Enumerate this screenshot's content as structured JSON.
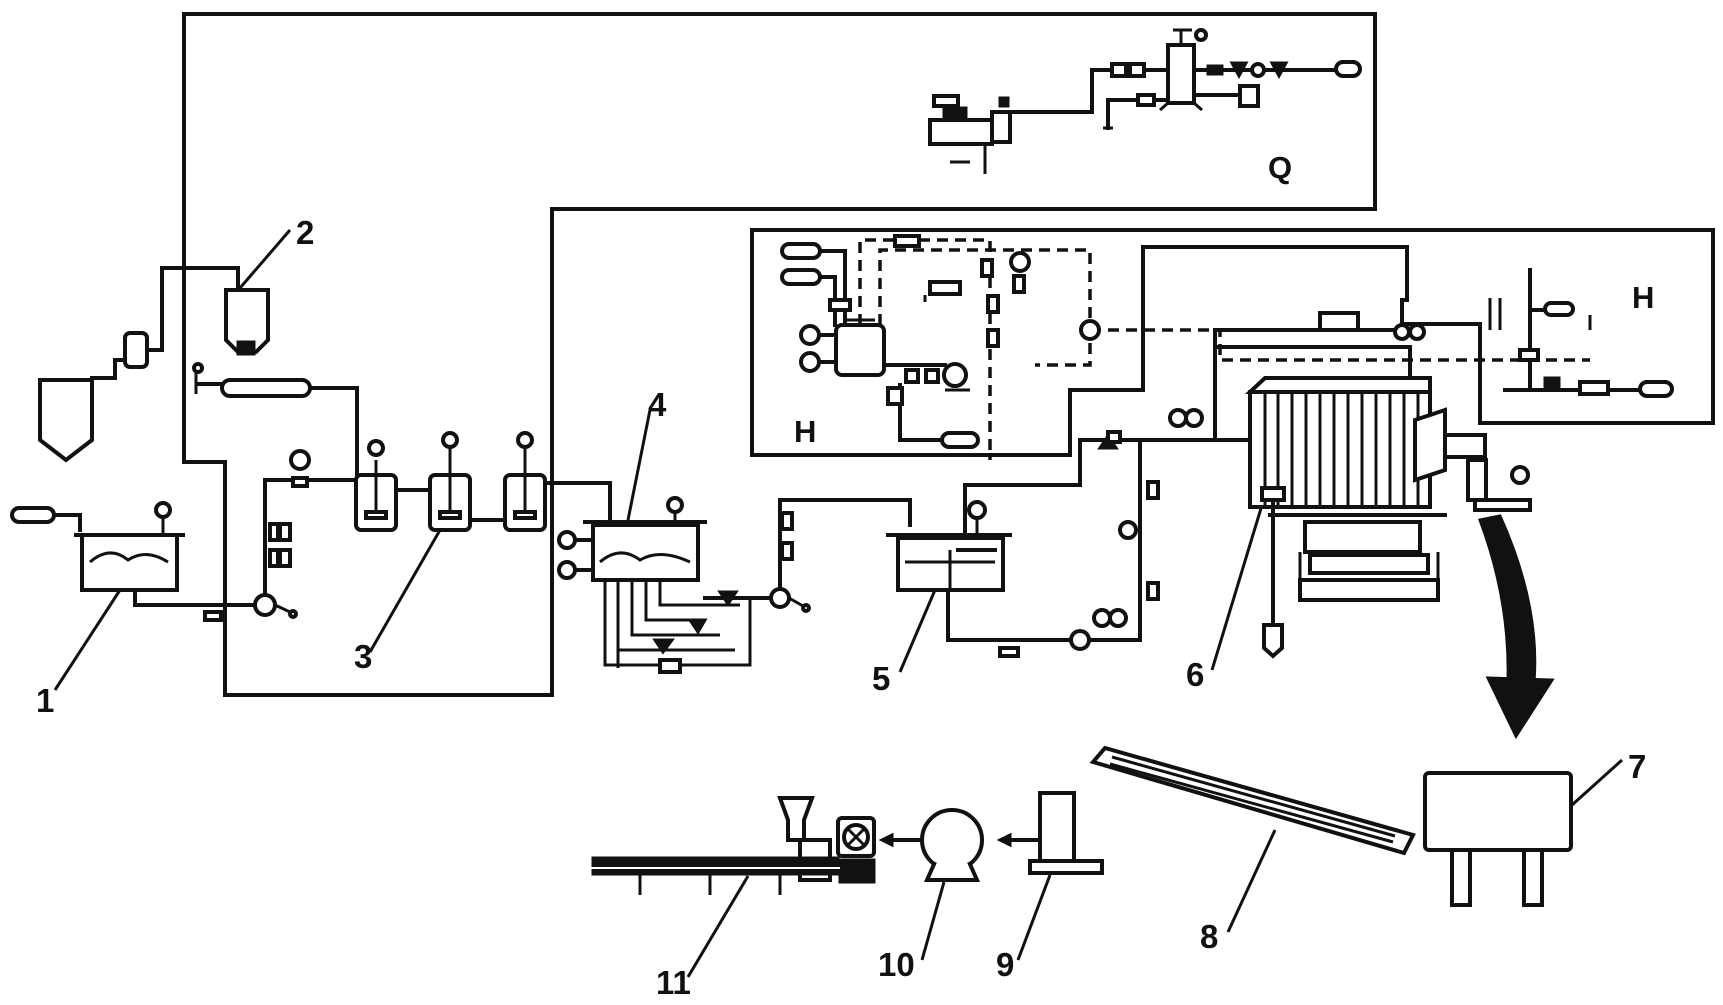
{
  "labels": {
    "n1": "1",
    "n2": "2",
    "n3": "3",
    "n4": "4",
    "n5": "5",
    "n6": "6",
    "n7": "7",
    "n8": "8",
    "n9": "9",
    "n10": "10",
    "n11": "11"
  },
  "zones": {
    "q": "Q",
    "h_left": "H",
    "h_right": "H"
  }
}
